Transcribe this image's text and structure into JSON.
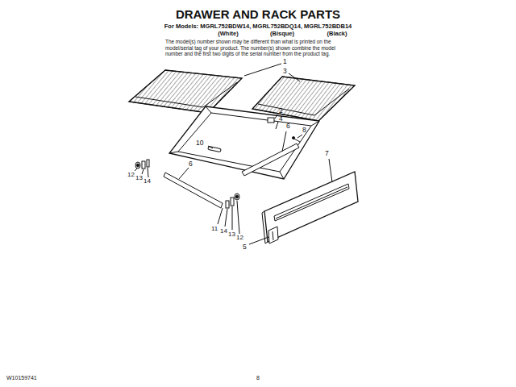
{
  "diagram": {
    "title": "DRAWER AND RACK PARTS",
    "labels": [
      "For Models: MGRL752BDW14, MGRL752BDQ14, MGRL752BDB14",
      "(White)",
      "(Bisque)",
      "(Black)",
      "The model(s) number shown may be different than what is printed on the model/serial tag of your product. The number(s) shown combine the model number and the first two digits of the serial number from the product tag.",
      "1",
      "3",
      "2",
      "4",
      "6",
      "8",
      "10",
      "7",
      "6",
      "12",
      "13",
      "14",
      "11",
      "14",
      "13",
      "12",
      "5",
      "W10159741",
      "8"
    ]
  }
}
